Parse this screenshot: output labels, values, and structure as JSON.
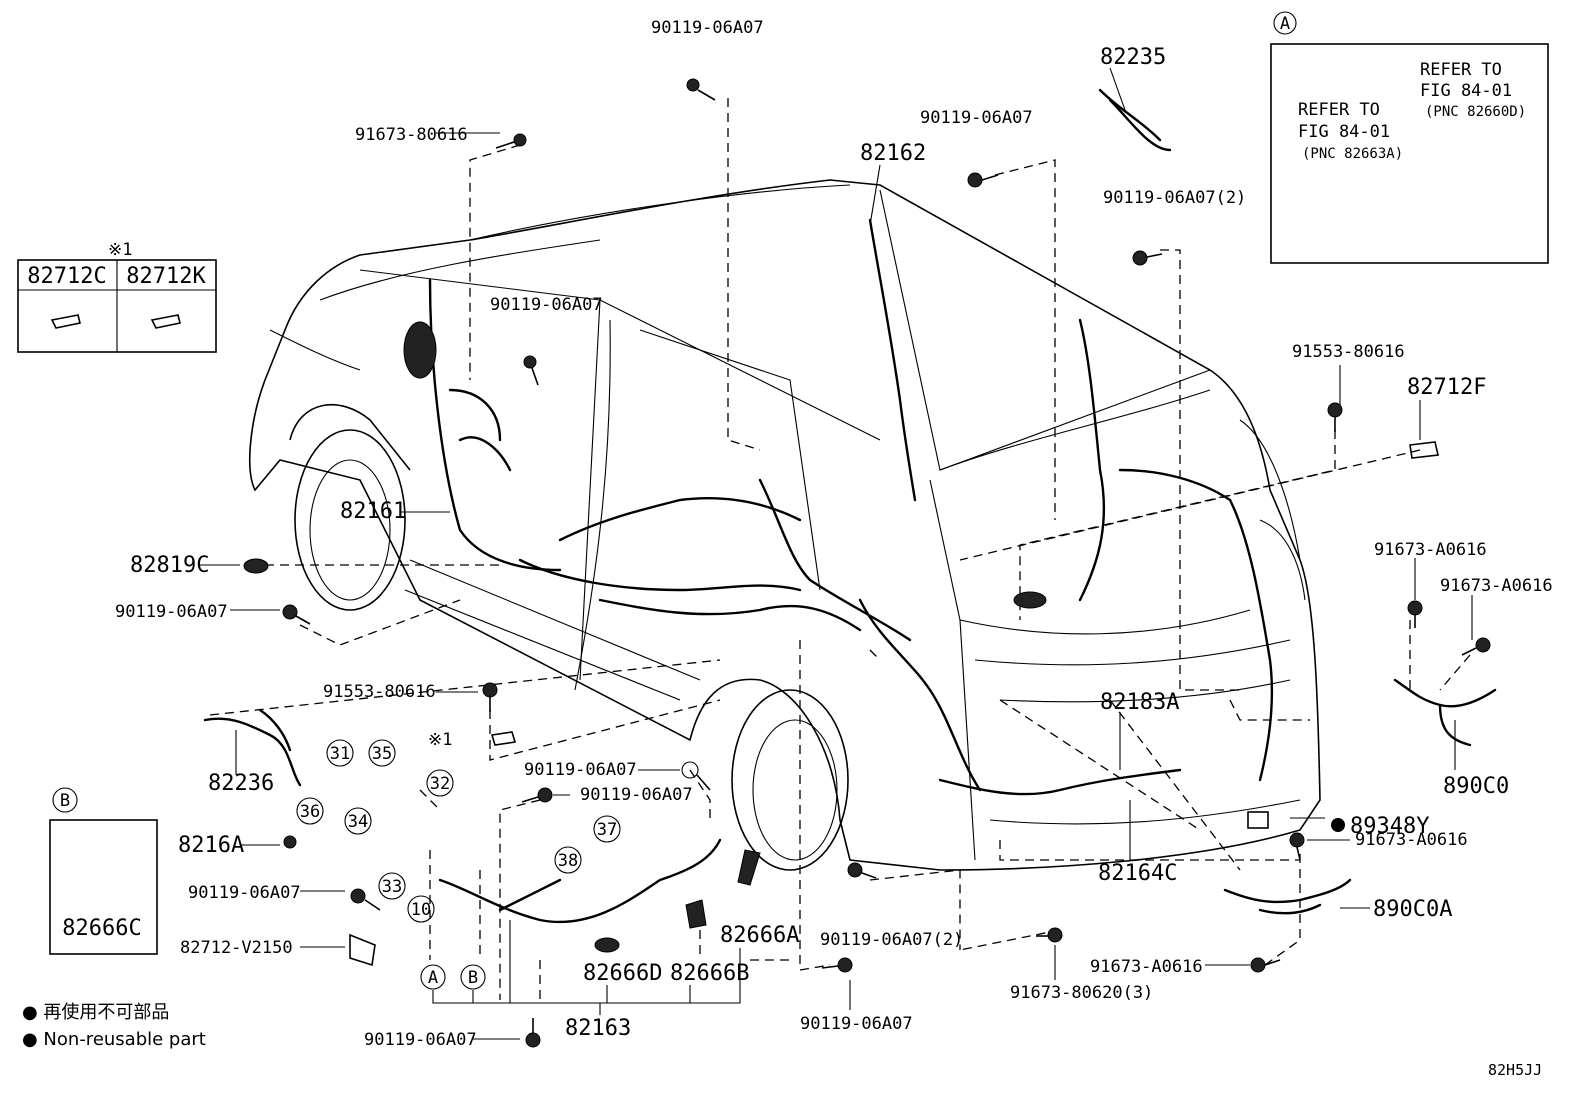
{
  "diagram_code": "82H5JJ",
  "inset_a": {
    "marker": "A",
    "refer_left": [
      "REFER TO",
      "FIG 84-01",
      "(PNC 82663A)"
    ],
    "refer_right": [
      "REFER TO",
      "FIG 84-01",
      "(PNC 82660D)"
    ]
  },
  "inset_b": {
    "marker": "B",
    "part": "82666C"
  },
  "note_table": {
    "mark": "※1",
    "col1": "82712C",
    "col2": "82712K"
  },
  "note_mark": "※1",
  "legend": {
    "line1": "● 再使用不可部品",
    "line2": "● Non-reusable part"
  },
  "parts": {
    "p_90119_top": "90119-06A07",
    "p_91673_80616": "91673-80616",
    "p_82235": "82235",
    "p_90119_mid": "90119-06A07",
    "p_82162": "82162",
    "p_90119_2a": "90119-06A07(2)",
    "p_90119_door": "90119-06A07",
    "p_91553_right": "91553-80616",
    "p_82712F": "82712F",
    "p_82161": "82161",
    "p_82819C": "82819C",
    "p_90119_left": "90119-06A07",
    "p_91673_A0616_a": "91673-A0616",
    "p_91673_A0616_b": "91673-A0616",
    "p_91553_lower": "91553-80616",
    "p_82183A": "82183A",
    "p_82236": "82236",
    "p_90119_c1": "90119-06A07",
    "p_90119_c2": "90119-06A07",
    "p_890C0": "890C0",
    "p_89348Y": "89348Y",
    "p_8216A": "8216A",
    "p_91673_A0616_c": "91673-A0616",
    "p_82164C": "82164C",
    "p_90119_lowleft": "90119-06A07",
    "p_890C0A": "890C0A",
    "p_82712_V2150": "82712-V2150",
    "p_82666A": "82666A",
    "p_90119_2b": "90119-06A07(2)",
    "p_82666D": "82666D",
    "p_82666B": "82666B",
    "p_91673_A0616_d": "91673-A0616",
    "p_91673_80620": "91673-80620(3)",
    "p_90119_bottom_mid": "90119-06A07",
    "p_90119_bottom_left": "90119-06A07",
    "p_82163": "82163"
  },
  "circled": [
    "31",
    "35",
    "32",
    "36",
    "34",
    "37",
    "38",
    "33",
    "10",
    "A",
    "B"
  ]
}
